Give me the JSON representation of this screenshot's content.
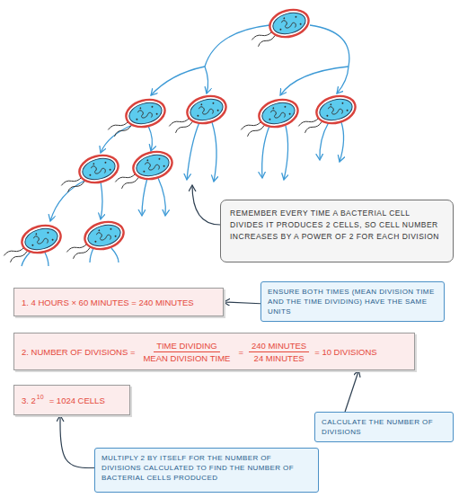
{
  "diagram": {
    "nodes": [
      {
        "text": [
          "REMEMBER EVERY TIME A BACTERIAL CELL DIVIDES IT PRODUCES 2 CELLS, SO CELL NUMBER INCREASES BY A POWER OF 2 FOR EACH DIVISION"
        ]
      },
      {
        "text": [
          "1. 4 HOURS × 60 MINUTES = 240 MINUTES"
        ]
      },
      {
        "text": [
          "ENSURE BOTH TIMES (MEAN DIVISION TIME AND THE TIME DIVIDING) HAVE THE SAME UNITS"
        ]
      },
      {
        "text": [
          "2. NUMBER OF DIVISIONS =",
          "TIME DIVIDING",
          "MEAN DIVISION TIME",
          "=",
          "240 MINUTES",
          "24 MINUTES",
          "= 10 DIVISIONS"
        ]
      },
      {
        "text": [
          "3. 2",
          "10",
          "= 1024 CELLS"
        ]
      },
      {
        "text": [
          "CALCULATE THE NUMBER OF DIVISIONS"
        ]
      },
      {
        "text": [
          "MULTIPLY 2 BY ITSELF FOR THE NUMBER OF DIVISIONS CALCULATED TO FIND THE NUMBER OF BACTERIAL CELLS PRODUCED"
        ]
      }
    ],
    "edges": [
      {
        "from": 2,
        "to": 1,
        "arrow": "to"
      },
      {
        "from": 5,
        "to": 3,
        "arrow": "to"
      },
      {
        "from": 6,
        "to": 4,
        "arrow": "to"
      }
    ]
  }
}
